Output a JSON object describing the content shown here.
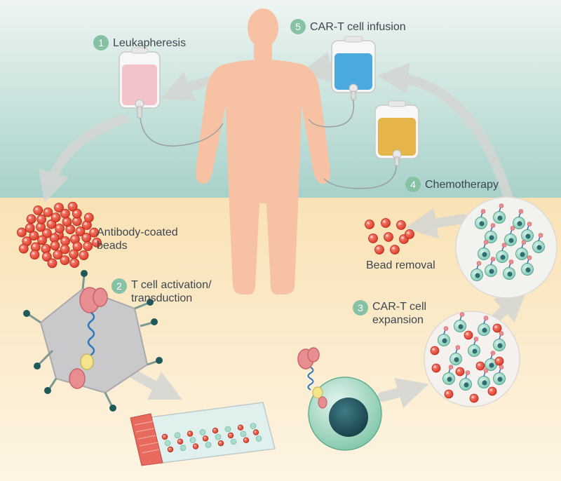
{
  "steps": [
    {
      "number": "1",
      "label": "Leukapheresis"
    },
    {
      "number": "2",
      "label": "T cell activation/\ntransduction"
    },
    {
      "number": "3",
      "label": "CAR-T cell\nexpansion"
    },
    {
      "number": "4",
      "label": "Chemotherapy"
    },
    {
      "number": "5",
      "label": "CAR-T cell infusion"
    }
  ],
  "annotations": {
    "beads": "Antibody-coated\nbeads",
    "bead_removal": "Bead removal"
  },
  "colors": {
    "sky_top": "#e8f1ee",
    "sky_bottom": "#a9d2cb",
    "ground": "#fbe7bd",
    "body": "#f6c2a3",
    "step_badge": "#86c1a4",
    "bead": "#e74a3a",
    "cell": "#9fd6c6",
    "bag_blood": "#f2c3c8",
    "bag_car_t": "#4aa9dd",
    "bag_chemo": "#e5b44a"
  },
  "icons": [
    "iv-bag-icon",
    "human-body-icon",
    "bead-cluster-icon",
    "t-cell-icon",
    "culture-flask-icon",
    "car-receptor-icon"
  ]
}
